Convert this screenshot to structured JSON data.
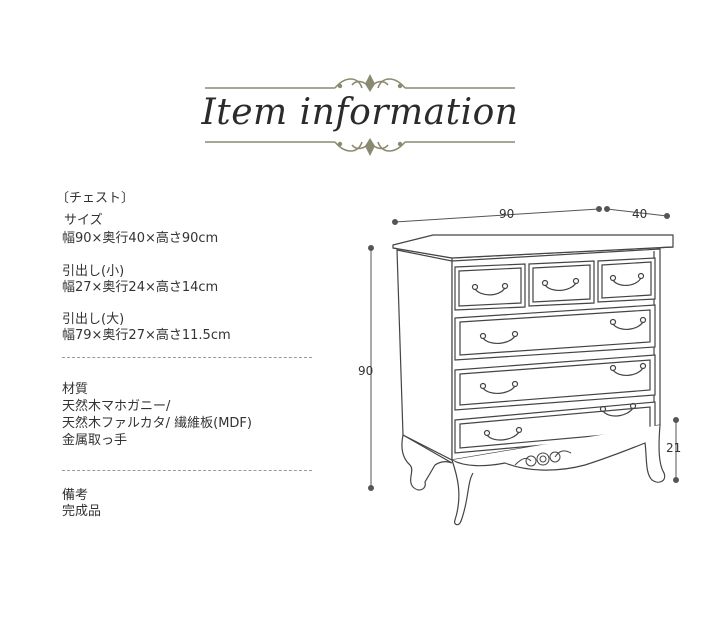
{
  "title": "Item information",
  "specs": {
    "category": "〔チェスト〕",
    "size_label": "サイズ",
    "size_value": "幅90×奥行40×高さ90cm",
    "drawer_small_label": "引出し(小)",
    "drawer_small_value": "幅27×奥行24×高さ14cm",
    "drawer_large_label": "引出し(大)",
    "drawer_large_value": "幅79×奥行27×高さ11.5cm",
    "material_label": "材質",
    "material_lines": [
      "天然木マホガニー/",
      "天然木ファルカタ/ 繊維板(MDF)",
      "金属取っ手"
    ],
    "note_label": "備考",
    "note_value": "完成品"
  },
  "dimensions": {
    "width": "90",
    "depth": "40",
    "height": "90",
    "leg": "21"
  },
  "colors": {
    "ornament": "#8a8a70",
    "line": "#555555",
    "text": "#333333"
  }
}
